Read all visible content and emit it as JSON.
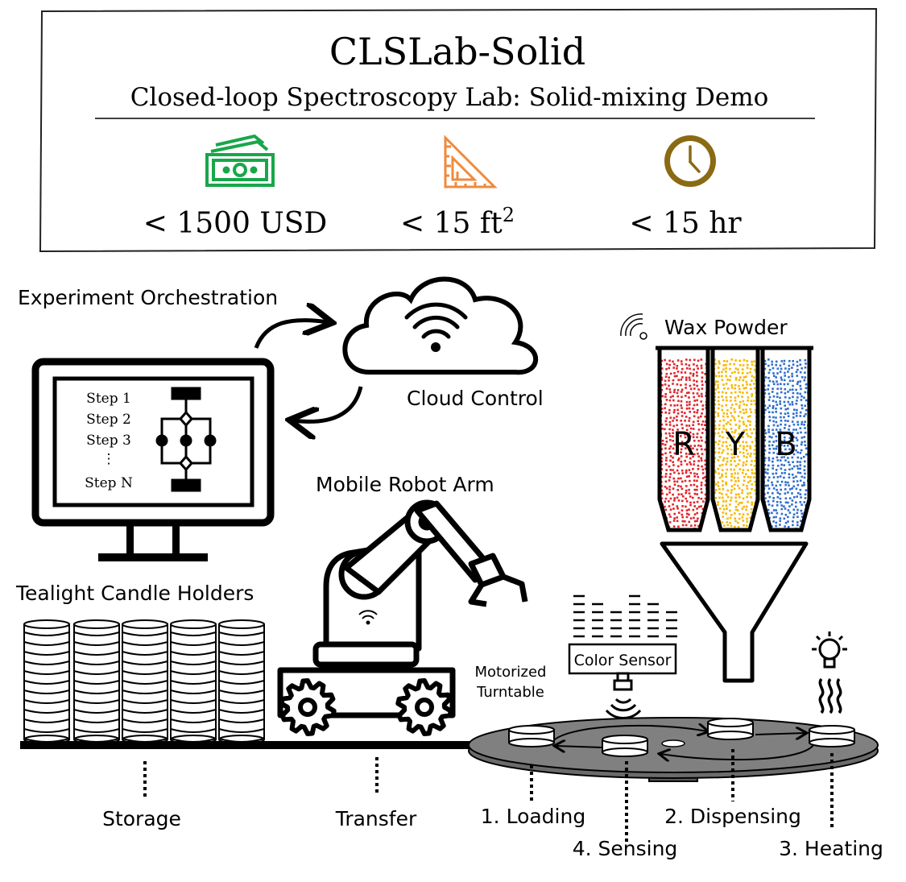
{
  "header": {
    "title": "CLSLab-Solid",
    "subtitle": "Closed-loop Spectroscopy Lab: Solid-mixing Demo",
    "metrics": [
      {
        "icon": "money-icon",
        "value": "< 1500 USD",
        "color": "#19a64a"
      },
      {
        "icon": "triangle-ruler-icon",
        "value": "< 15 ft",
        "superscript": "2",
        "color": "#f08a3c"
      },
      {
        "icon": "clock-icon",
        "value": "< 15 hr",
        "color": "#8a6a12"
      }
    ]
  },
  "labels": {
    "orchestration": "Experiment Orchestration",
    "cloud": "Cloud Control",
    "robot": "Mobile Robot Arm",
    "holders": "Tealight Candle Holders",
    "wax": "Wax Powder",
    "sensor": "Color Sensor",
    "turntable_1": "Motorized",
    "turntable_2": "Turntable"
  },
  "monitor": {
    "steps": [
      "Step 1",
      "Step 2",
      "Step 3",
      "⋮",
      "Step N"
    ]
  },
  "hoppers": [
    {
      "letter": "R",
      "color": "#e0252b"
    },
    {
      "letter": "Y",
      "color": "#f5b800"
    },
    {
      "letter": "B",
      "color": "#2f6ecb"
    }
  ],
  "stages": {
    "storage": "Storage",
    "transfer": "Transfer",
    "loading": "1. Loading",
    "dispensing": "2. Dispensing",
    "heating": "3. Heating",
    "sensing": "4. Sensing"
  }
}
